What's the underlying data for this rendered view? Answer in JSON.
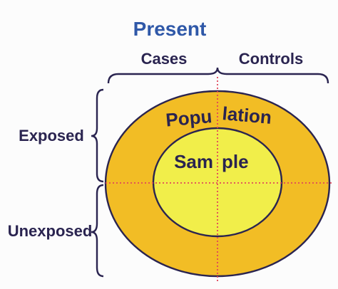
{
  "title": "Present",
  "columns": {
    "left": "Cases",
    "right": "Controls"
  },
  "rows": {
    "top": "Exposed",
    "bottom": "Unexposed"
  },
  "outer_label": "Population",
  "outer_label_parts": [
    "Popu",
    "lation"
  ],
  "inner_label": "Sample",
  "inner_label_parts": [
    "Sam",
    "ple"
  ],
  "colors": {
    "outer_fill": "#f2bd25",
    "inner_fill": "#f1ee4a",
    "stroke": "#2a2450",
    "title_color": "#2f58a8",
    "label_color": "#2a2450",
    "divider": "#e0455a",
    "bracket": "#2a2450"
  }
}
